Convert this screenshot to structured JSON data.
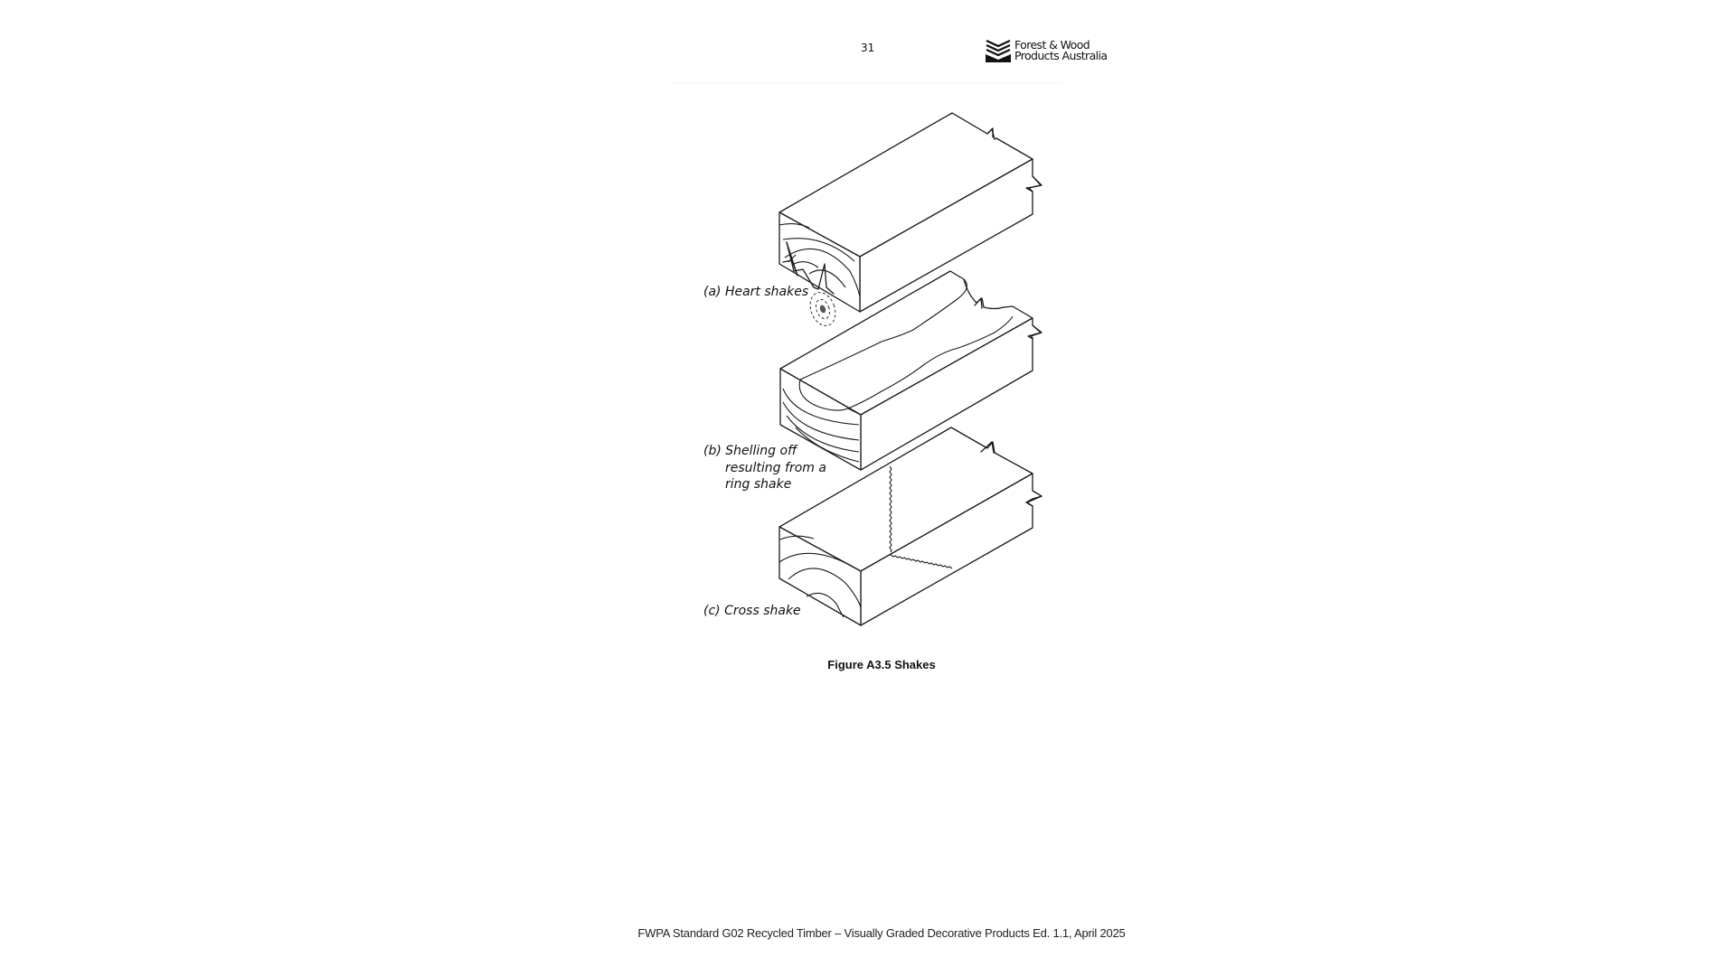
{
  "header": {
    "page_number": "31",
    "logo": {
      "icon": "fwpa-chevron-logo-icon",
      "line1": "Forest & Wood",
      "line2": "Products Australia"
    }
  },
  "figure": {
    "labels": {
      "a": "(a) Heart shakes",
      "b_line1": "(b) Shelling off",
      "b_line2": "resulting from a",
      "b_line3": "ring shake",
      "c": "(c) Cross shake"
    },
    "caption": "Figure A3.5 Shakes"
  },
  "footer": {
    "text": "FWPA Standard G02 Recycled Timber – Visually Graded Decorative Products Ed. 1.1, April 2025"
  }
}
